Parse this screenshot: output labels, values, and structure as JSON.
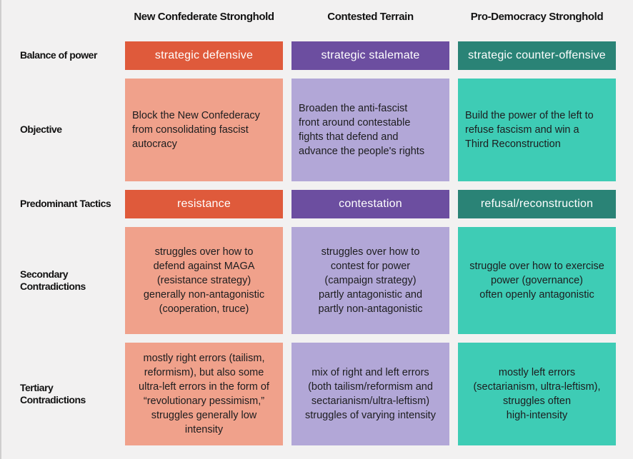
{
  "colors": {
    "background": "#F2F1F1",
    "orange_solid": "#DF5A3B",
    "orange_light": "#F0A18B",
    "purple_solid": "#6C4EA0",
    "purple_light": "#B2A7D7",
    "teal_solid": "#2A8376",
    "teal_light": "#3ECCB5",
    "bar_text": "#FFFFFF",
    "cell_text": "#1D1D1F"
  },
  "chart_data": {
    "type": "table",
    "column_headers": [
      "New Confederate Stronghold",
      "Contested Terrain",
      "Pro-Democracy Stronghold"
    ],
    "row_labels": {
      "balance": "Balance of power",
      "objective": "Objective",
      "tactics": "Predominant Tactics",
      "secondary": "Secondary\nContradictions",
      "tertiary": "Tertiary\nContradictions"
    },
    "rows": {
      "balance": {
        "cells": [
          "strategic defensive",
          "strategic stalemate",
          "strategic counter-offensive"
        ]
      },
      "objective": {
        "cells": [
          "Block the New Confederacy\nfrom consolidating fascist\nautocracy",
          "Broaden the anti-fascist\nfront around contestable\nfights that defend and\nadvance the people's rights",
          "Build the power of the left to\nrefuse fascism and win a\nThird Reconstruction"
        ]
      },
      "tactics": {
        "cells": [
          "resistance",
          "contestation",
          "refusal/reconstruction"
        ]
      },
      "secondary": {
        "cells": [
          "struggles over how to\ndefend against MAGA\n(resistance strategy)\ngenerally non-antagonistic\n(cooperation, truce)",
          "struggles over how to\ncontest for power\n(campaign strategy)\npartly antagonistic and\npartly non-antagonistic",
          "struggle over how to exercise\npower (governance)\noften openly antagonistic"
        ]
      },
      "tertiary": {
        "cells": [
          "mostly right errors (tailism,\nreformism), but also some\nultra-left errors in the form of\n“revolutionary pessimism,”\nstruggles generally low\nintensity",
          "mix of right and left errors\n(both tailism/reformism and\nsectarianism/ultra-leftism)\nstruggles of varying intensity",
          "mostly left errors\n(sectarianism, ultra-leftism),\nstruggles often\nhigh-intensity"
        ]
      }
    }
  }
}
